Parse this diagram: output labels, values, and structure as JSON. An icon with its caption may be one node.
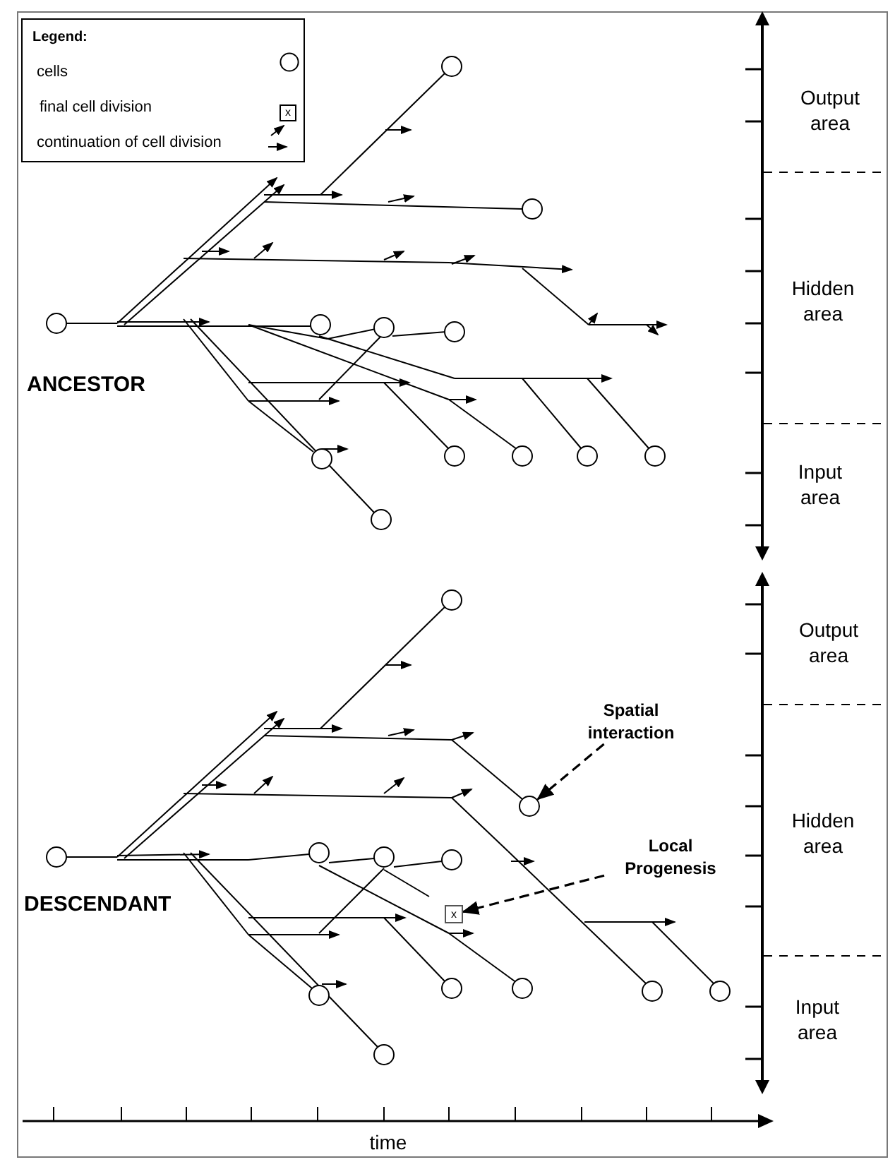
{
  "diagram": {
    "nodes": [
      {
        "text": [
          "Spatial interaction"
        ]
      },
      {
        "text": [
          "Local Progenesis"
        ]
      },
      {
        "text": [
          "x"
        ]
      }
    ],
    "edges": [
      {
        "from": 0,
        "to": null,
        "arrow": "to",
        "style": "dashed"
      },
      {
        "from": 1,
        "to": 2,
        "arrow": "to",
        "style": "dashed"
      }
    ],
    "labels": [
      "Legend:",
      "x",
      "ANCESTOR",
      "Output area",
      "Hidden area",
      "Input area",
      "DESCENDANT",
      "Output area",
      "Hidden area",
      "Input area",
      "time"
    ],
    "legend": [
      {
        "text": "cells"
      },
      {
        "text": "final cell division"
      },
      {
        "text": "continuation of cell division"
      }
    ]
  }
}
